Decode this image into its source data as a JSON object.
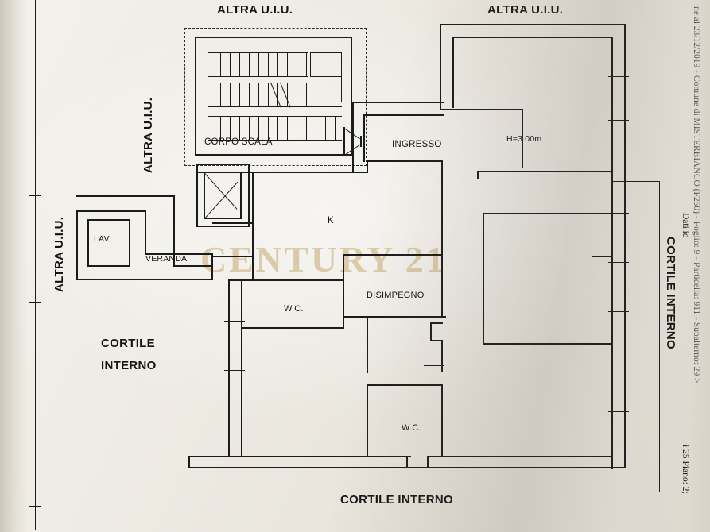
{
  "document": {
    "type": "architectural-floor-plan",
    "watermark": "CENTURY 21"
  },
  "labels": {
    "altra_uiu_top_left": "ALTRA U.I.U.",
    "altra_uiu_top_right": "ALTRA U.I.U.",
    "altra_uiu_left_vertical": "ALTRA U.I.U.",
    "altra_uiu_far_left_vertical": "ALTRA U.I.U.",
    "corpo_scala": "CORPO SCALA",
    "ingresso": "INGRESSO",
    "height_note": "H=3.00m",
    "kitchen": "K",
    "lavatoio": "LAV.",
    "veranda": "VERANDA",
    "wc_upper": "W.C.",
    "wc_lower": "W.C.",
    "disimpegno": "DISIMPEGNO",
    "cortile_interno_left_line1": "CORTILE",
    "cortile_interno_left_line2": "INTERNO",
    "cortile_interno_bottom": "CORTILE INTERNO",
    "cortile_interno_right_vertical": "CORTILE INTERNO"
  },
  "margin_note": {
    "line1": "ne al 23/12/2019 - Comune di MISTERBIANCO (F250) - Foglio: 9 - Particella: 911 - Subalterno: 29 >",
    "line2": "Dati id",
    "line3": "i 25 Piano: 2;"
  },
  "colors": {
    "ink": "#1b1b1b",
    "paper": "#efece6",
    "watermark": "#c4aa6e"
  }
}
